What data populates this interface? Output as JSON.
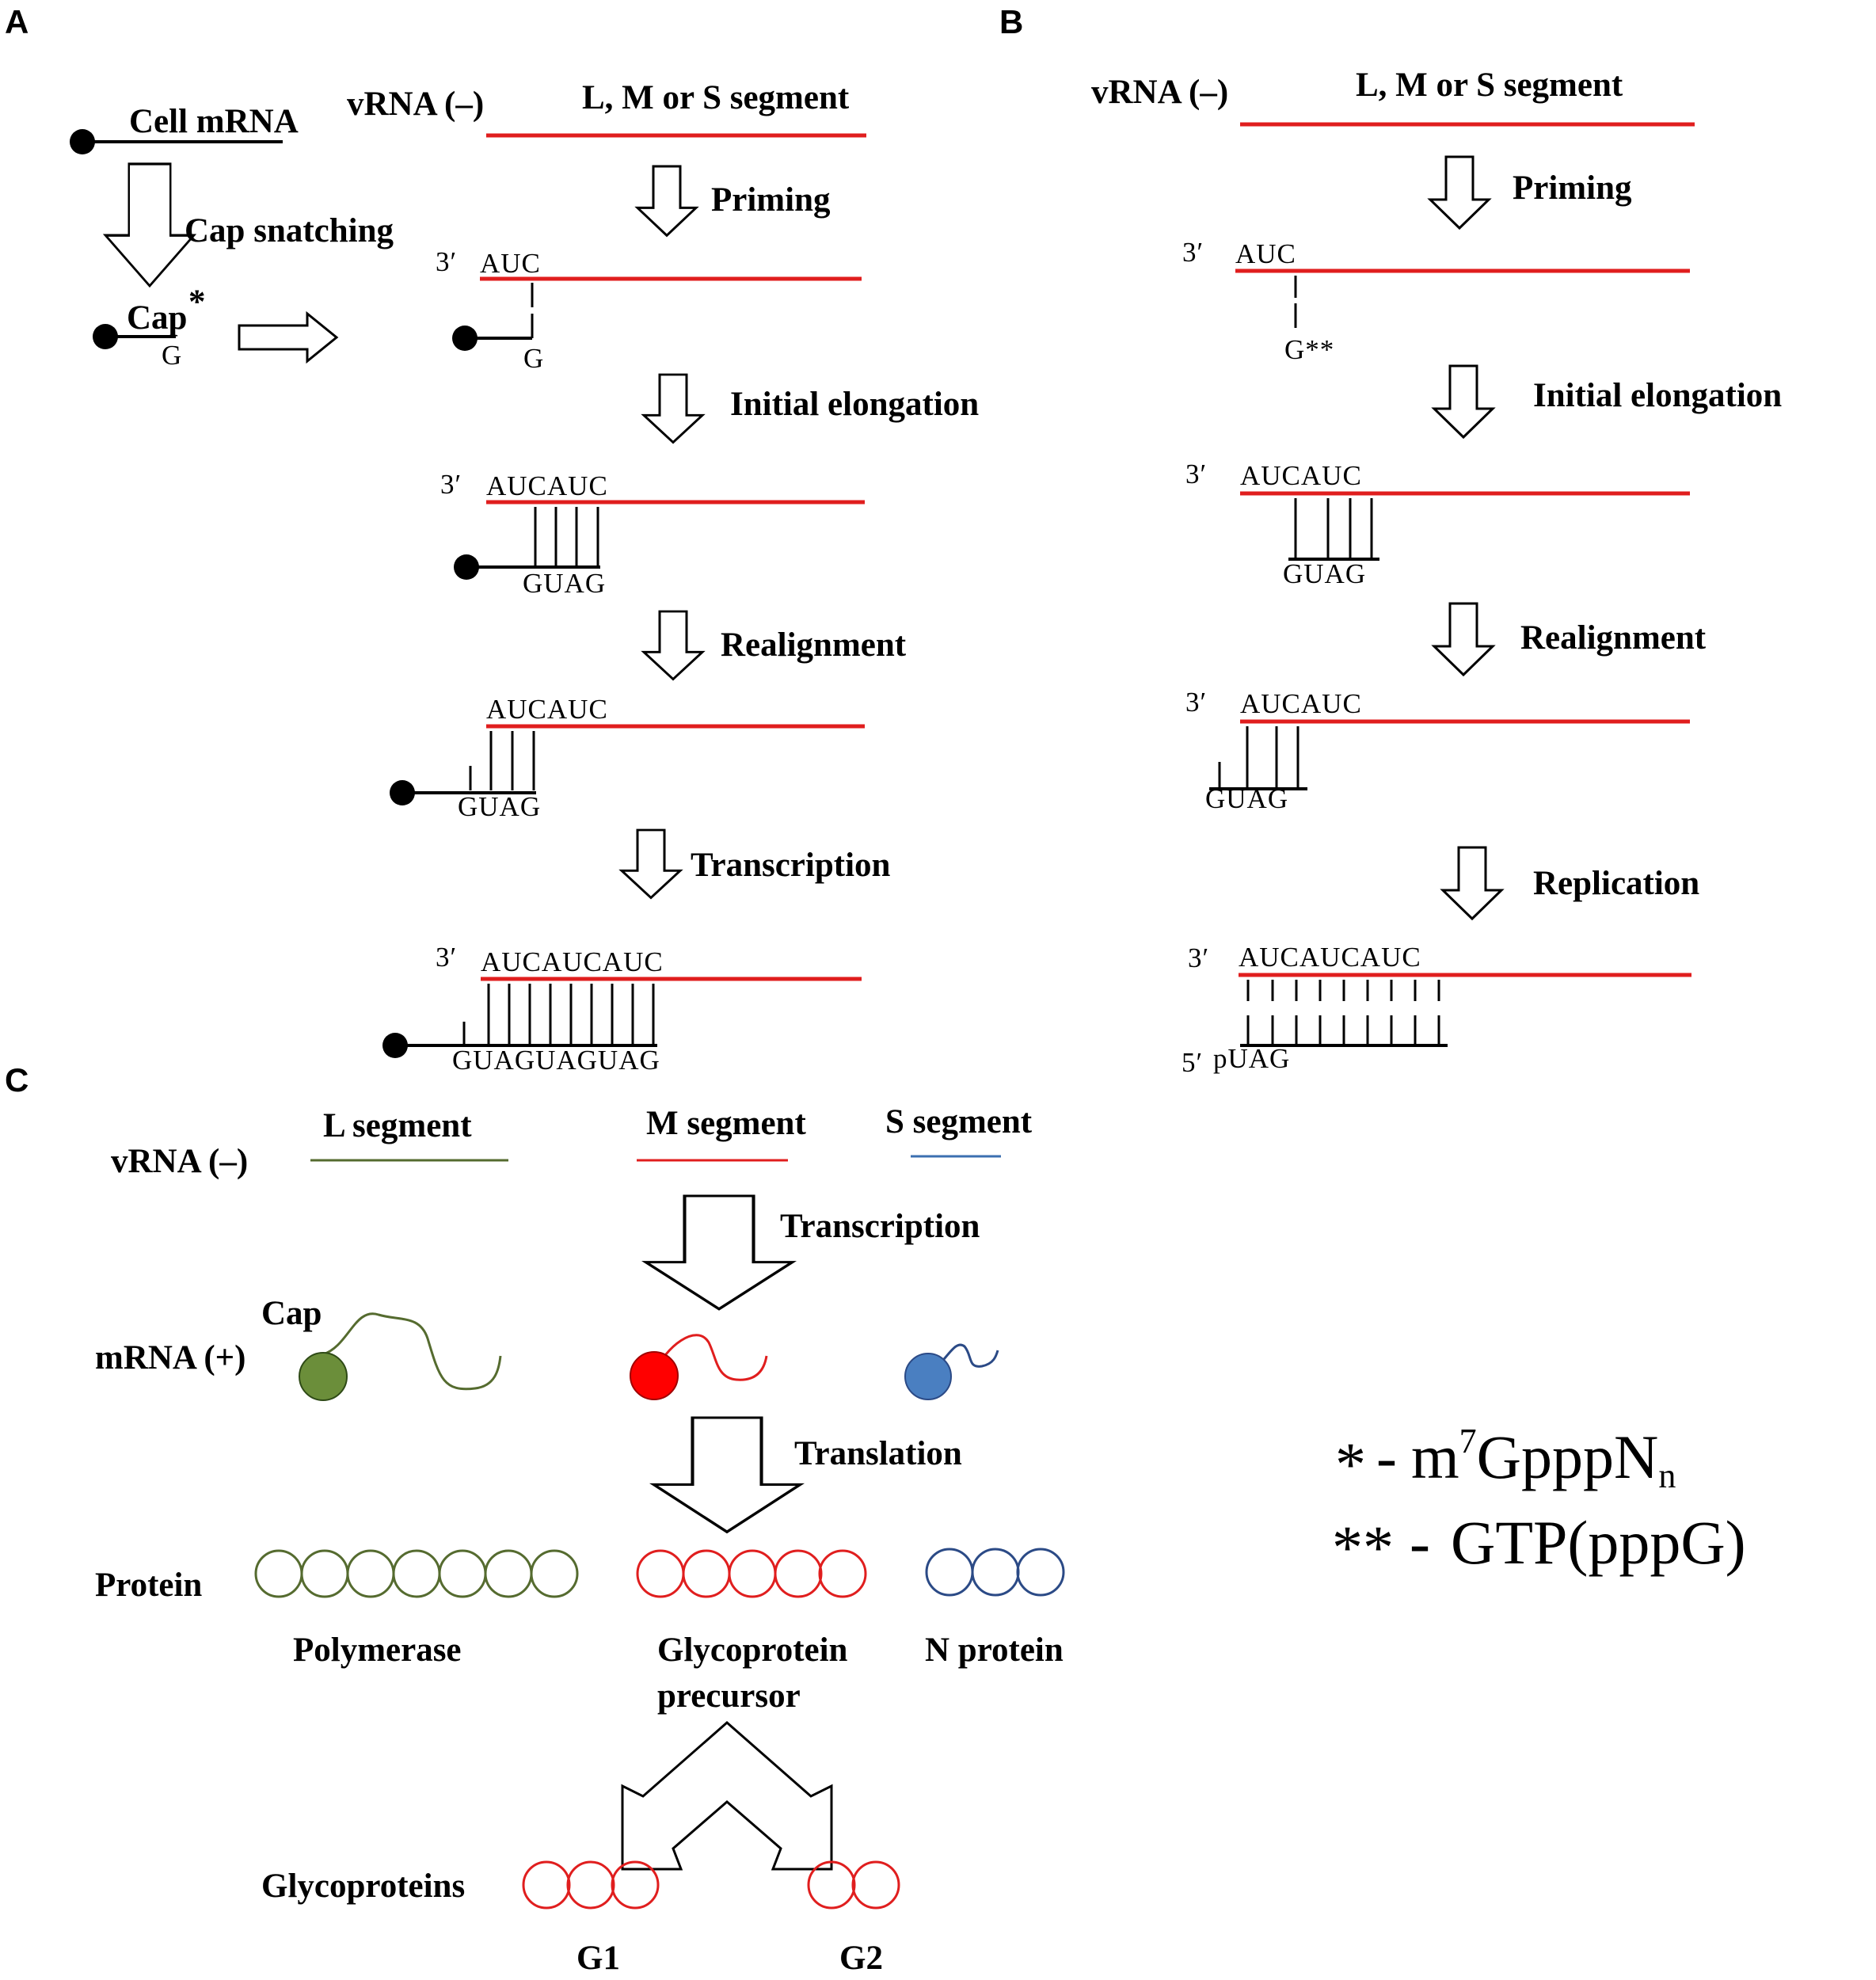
{
  "panels": {
    "a": "A",
    "b": "B",
    "c": "C"
  },
  "panel_a": {
    "cell_mrna": "Cell mRNA",
    "vrna": "vRNA (–)",
    "segment": "L, M or S segment",
    "cap_snatching": "Cap snatching",
    "cap": "Cap",
    "star": "*",
    "g": "G",
    "priming": "Priming",
    "initial_elongation": "Initial elongation",
    "realignment": "Realignment",
    "transcription": "Transcription",
    "three_prime": "3′",
    "seq_auc": "AUC",
    "seq_aucauc": "AUCAUC",
    "seq_aucaucauc": "AUCAUCAUC",
    "seq_guag": "GUAG",
    "seq_guagguagguag": "GUAGUAGUAG"
  },
  "panel_b": {
    "vrna": "vRNA (–)",
    "segment": "L, M or S segment",
    "priming": "Priming",
    "initial_elongation": "Initial elongation",
    "realignment": "Realignment",
    "replication": "Replication",
    "three_prime": "3′",
    "five_prime": "5′",
    "seq_auc": "AUC",
    "seq_gstarstar": "G**",
    "seq_aucauc": "AUCAUC",
    "seq_aucaucauc": "AUCAUCAUC",
    "seq_guag": "GUAG",
    "seq_puag": "pUAG"
  },
  "panel_c": {
    "vrna": "vRNA (–)",
    "l_segment": "L segment",
    "m_segment": "M segment",
    "s_segment": "S segment",
    "transcription": "Transcription",
    "cap": "Cap",
    "mrna": "mRNA (+)",
    "translation": "Translation",
    "protein": "Protein",
    "polymerase": "Polymerase",
    "glycoprotein": "Glycoprotein",
    "precursor": "precursor",
    "n_protein": "N protein",
    "glycoproteins": "Glycoproteins",
    "g1": "G1",
    "g2": "G2"
  },
  "legend": {
    "star1": "*",
    "star2": "**",
    "dash": "-",
    "m": "m",
    "sup7": "7",
    "gpppn": "GpppN",
    "subn": "n",
    "gtp": "GTP(pppG)"
  },
  "colors": {
    "vrna_red": "#e01e1e",
    "l_green_line": "#556b2f",
    "l_green_fill": "#6b8e3a",
    "m_red": "#e01e1e",
    "m_red_fill": "#ff0000",
    "s_blue_line": "#3b6fb0",
    "s_blue_fill": "#4a7fc1",
    "n_protein_blue": "#2b4a86",
    "black": "#000000"
  },
  "icons": {
    "process_arrow": "down-outline-arrow",
    "transfer_arrow": "right-outline-arrow",
    "split_arrow": "split-outline-arrow",
    "cap_marker": "filled-circle"
  }
}
